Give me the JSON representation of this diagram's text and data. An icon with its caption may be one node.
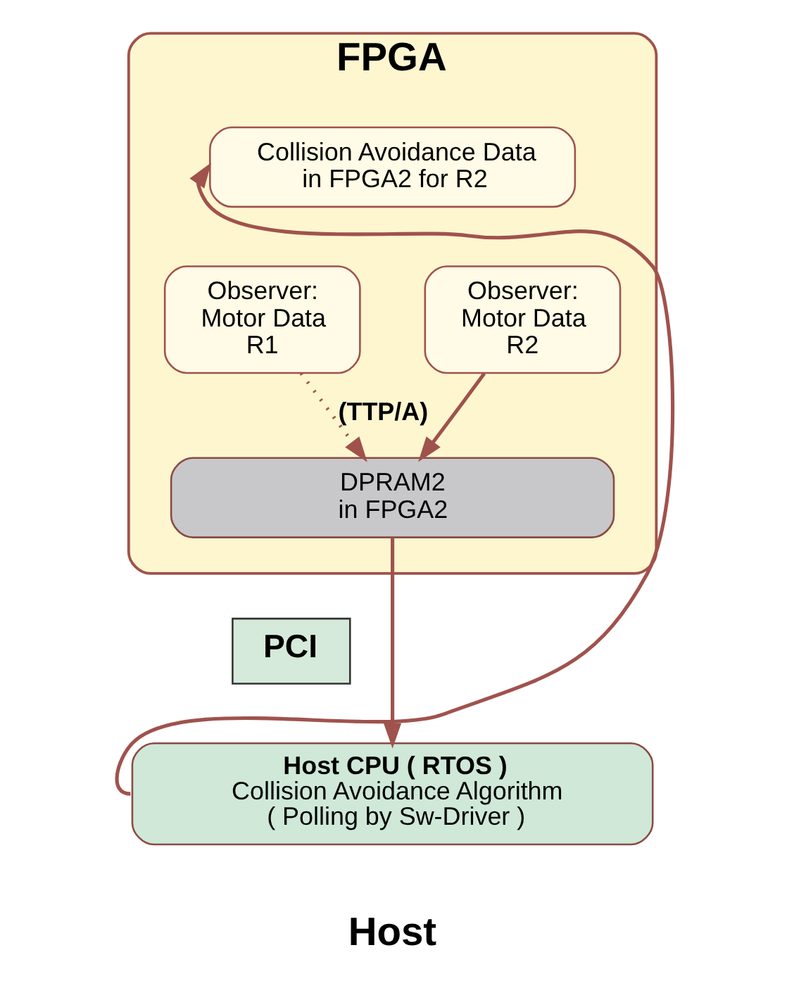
{
  "diagram": {
    "nodes": [
      {
        "text": [
          "FPGA"
        ]
      },
      {
        "text": [
          "Collision Avoidance Data in FPGA2 for R2"
        ],
        "in": 0
      },
      {
        "text": [
          "Observer: Motor Data R1"
        ],
        "in": 0
      },
      {
        "text": [
          "Observer: Motor Data R2"
        ],
        "in": 0
      },
      {
        "text": [
          "DPRAM2 in FPGA2"
        ],
        "in": 0
      },
      {
        "text": [
          "PCI"
        ]
      },
      {
        "text": [
          "Host CPU ( RTOS )",
          "Collision Avoidance Algorithm ( Polling by Sw-Driver )"
        ]
      }
    ],
    "edges": [
      {
        "from": 2,
        "to": 4,
        "arrow": "to",
        "label": "(TTP/A)",
        "style": "dashed"
      },
      {
        "from": 3,
        "to": 4,
        "arrow": "to"
      },
      {
        "from": 4,
        "to": 6,
        "arrow": "to"
      },
      {
        "from": 6,
        "to": 1,
        "arrow": "to"
      }
    ],
    "labels": [
      "Host"
    ]
  }
}
